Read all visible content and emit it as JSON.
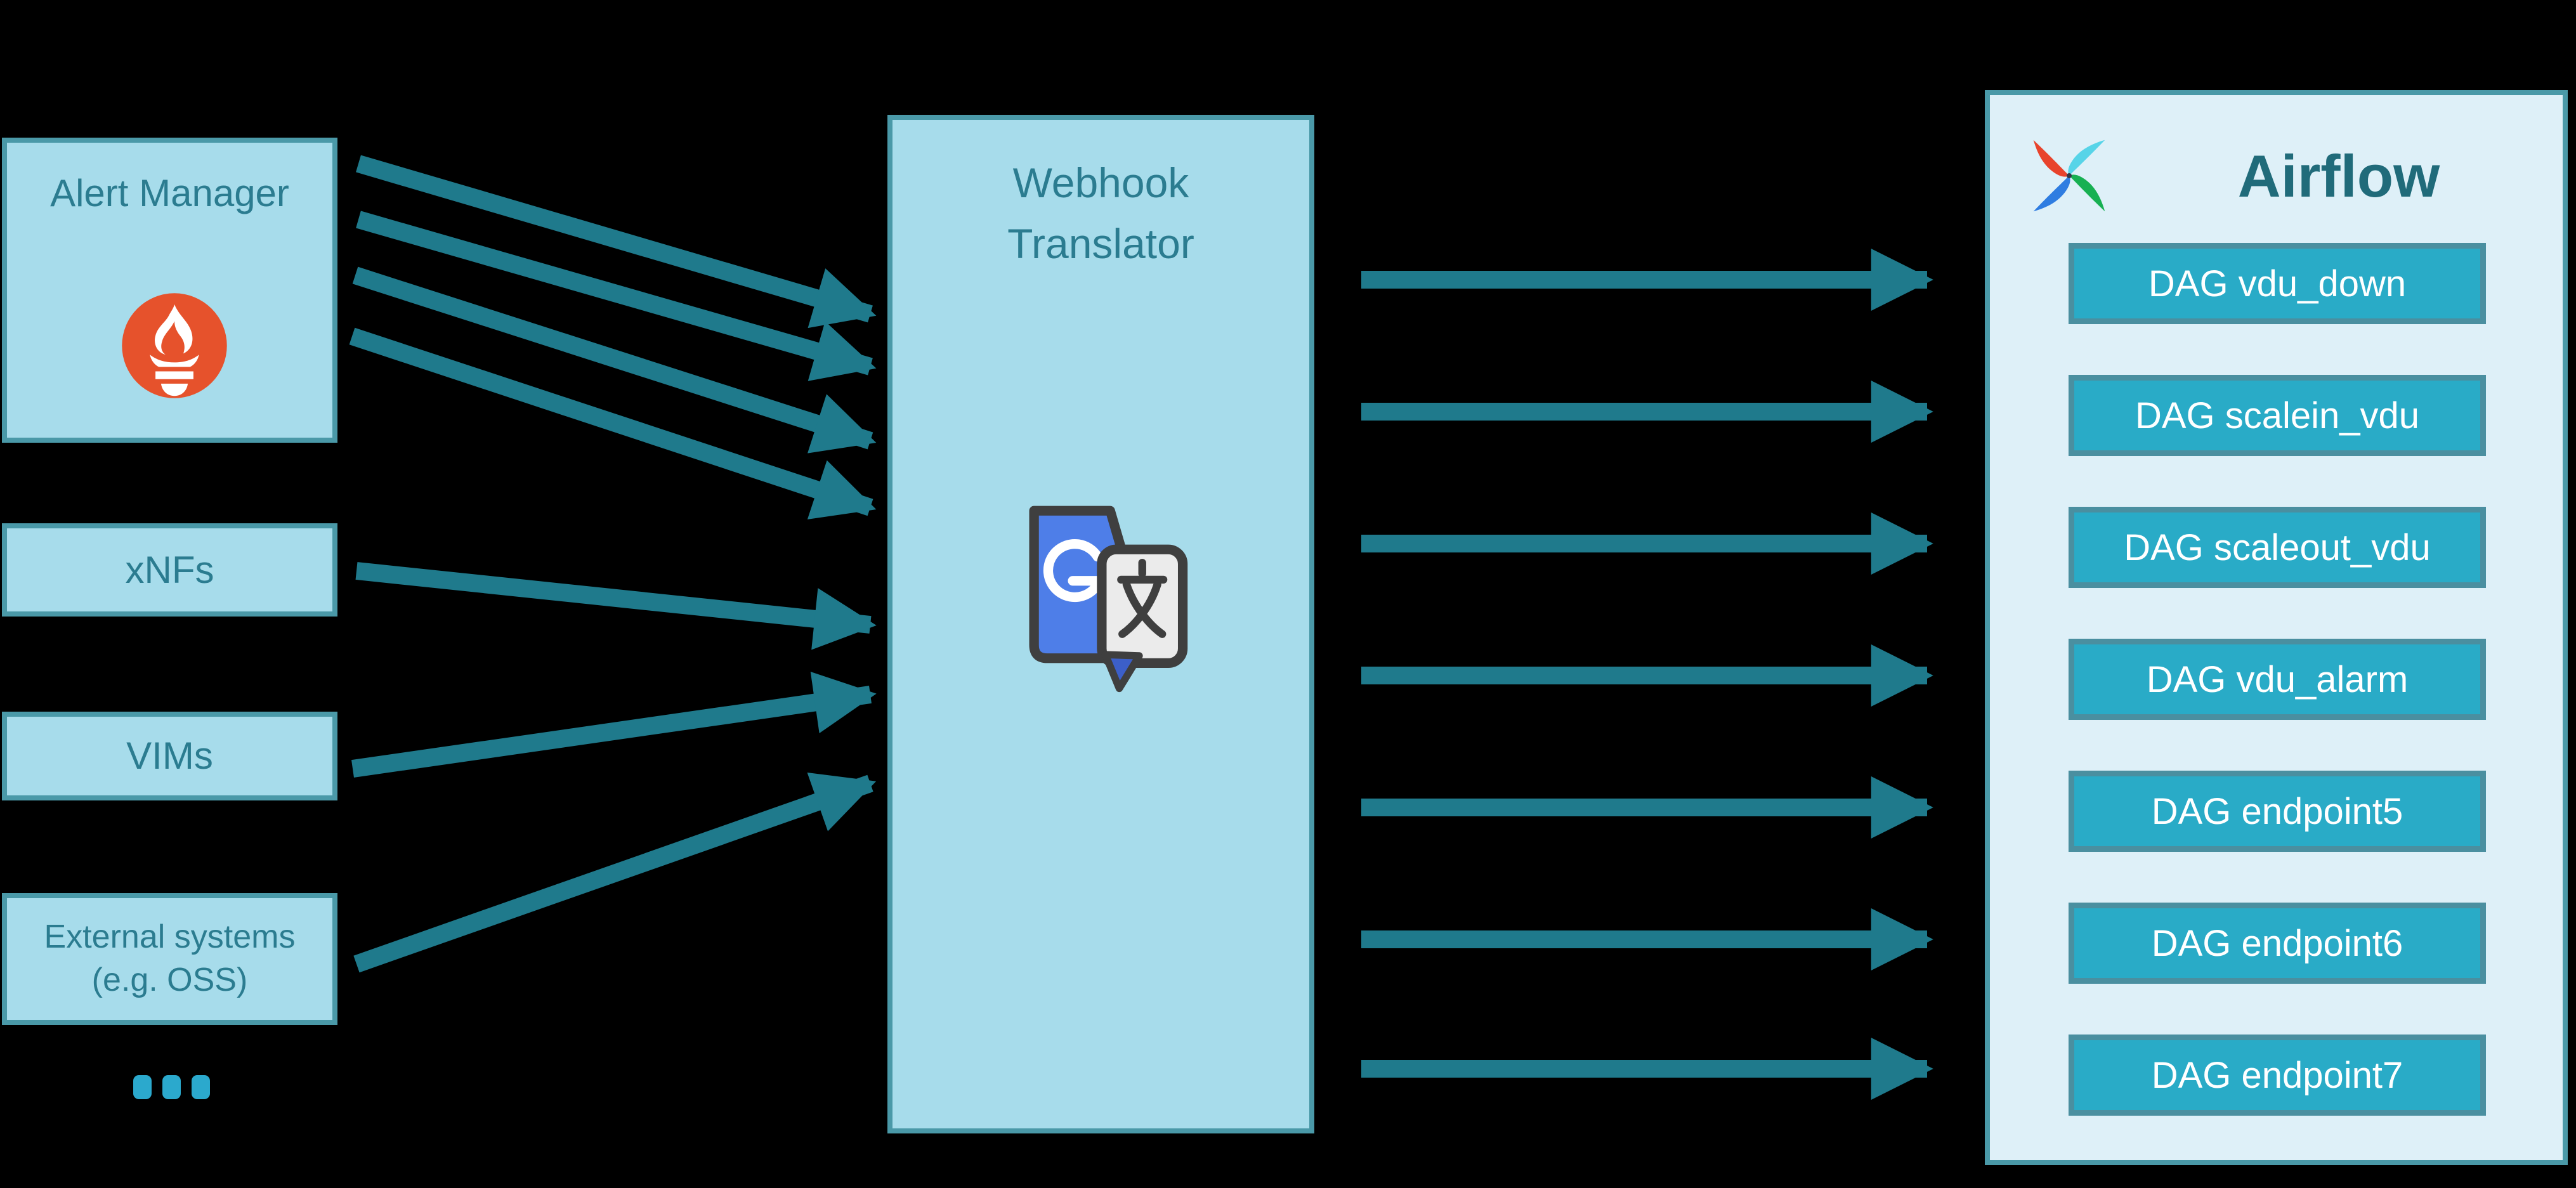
{
  "left_column": {
    "alert_manager": {
      "label": "Alert Manager",
      "icon": "prometheus-icon"
    },
    "xnfs": {
      "label": "xNFs"
    },
    "vims": {
      "label": "VIMs"
    },
    "external": {
      "line1": "External systems",
      "line2": "(e.g. OSS)"
    },
    "ellipsis": "..."
  },
  "translator": {
    "line1": "Webhook",
    "line2": "Translator",
    "icon": "google-translate-icon"
  },
  "airflow": {
    "title": "Airflow",
    "icon": "airflow-pinwheel-icon",
    "dags": [
      "DAG vdu_down",
      "DAG scalein_vdu",
      "DAG scaleout_vdu",
      "DAG vdu_alarm",
      "DAG endpoint5",
      "DAG endpoint6",
      "DAG endpoint7"
    ]
  },
  "colors": {
    "background": "#000000",
    "source_box_fill": "#A7DCEB",
    "source_box_border": "#4A99A8",
    "source_box_text": "#2B7C90",
    "dag_fill": "#29ABC7",
    "dag_border": "#4A8FA0",
    "dag_text": "#FFFFFF",
    "airflow_panel_fill": "#DEF0F8",
    "airflow_title_text": "#206B7A",
    "arrow": "#1F7A8C",
    "ellipsis_dots": "#2BA9CD",
    "prometheus_orange": "#E6522C",
    "translate_blue": "#4E7EE8"
  }
}
